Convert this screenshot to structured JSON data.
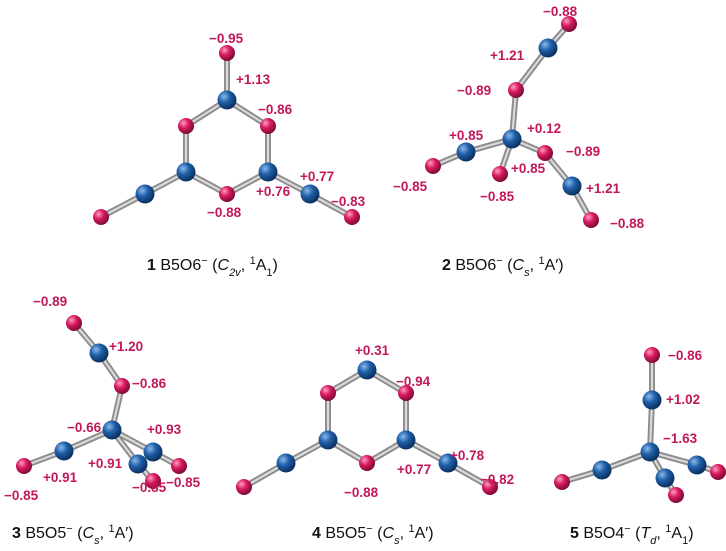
{
  "colors": {
    "boron": "#1f5fa8",
    "oxygen": "#d81b60",
    "charge_text": "#c2185b",
    "bond": "#9a9a9a"
  },
  "structures": [
    {
      "caption": {
        "number": "1",
        "formula": "B5O6",
        "charge": "−",
        "paren_open": " (",
        "symmetry_main": "C",
        "symmetry_sub": "2v",
        "comma": ", ",
        "state_sup": "1",
        "state": "A",
        "state_sub": "1",
        "paren_close": ")"
      },
      "charges": [
        "−0.95",
        "+1.13",
        "−0.86",
        "+0.77",
        "−0.83",
        "+0.76",
        "−0.88"
      ]
    },
    {
      "caption": {
        "number": "2",
        "formula": "B5O6",
        "charge": "−",
        "paren_open": " (",
        "symmetry_main": "C",
        "symmetry_sub": "s",
        "comma": ", ",
        "state_sup": "1",
        "state": "A′",
        "state_sub": "",
        "paren_close": ")"
      },
      "charges": [
        "−0.88",
        "+1.21",
        "−0.89",
        "+0.85",
        "+0.12",
        "−0.89",
        "−0.85",
        "+0.85",
        "−0.85",
        "+1.21",
        "−0.88"
      ]
    },
    {
      "caption": {
        "number": "3",
        "formula": "B5O5",
        "charge": "−",
        "paren_open": " (",
        "symmetry_main": "C",
        "symmetry_sub": "s",
        "comma": ", ",
        "state_sup": "1",
        "state": "A′",
        "state_sub": "",
        "paren_close": ")"
      },
      "charges": [
        "−0.89",
        "+1.20",
        "−0.86",
        "−0.66",
        "+0.93",
        "+0.91",
        "+0.91",
        "−0.85",
        "−0.85",
        "−0.85"
      ]
    },
    {
      "caption": {
        "number": "4",
        "formula": "B5O5",
        "charge": "−",
        "paren_open": " (",
        "symmetry_main": "C",
        "symmetry_sub": "s",
        "comma": ", ",
        "state_sup": "1",
        "state": "A′",
        "state_sub": "",
        "paren_close": ")"
      },
      "charges": [
        "+0.31",
        "−0.94",
        "+0.78",
        "+0.77",
        "−0.82",
        "−0.88"
      ]
    },
    {
      "caption": {
        "number": "5",
        "formula": "B5O4",
        "charge": "−",
        "paren_open": " (",
        "symmetry_main": "T",
        "symmetry_sub": "d",
        "comma": ", ",
        "state_sup": "1",
        "state": "A",
        "state_sub": "1",
        "paren_close": ")"
      },
      "charges": [
        "−0.86",
        "+1.02",
        "−1.63"
      ]
    }
  ]
}
